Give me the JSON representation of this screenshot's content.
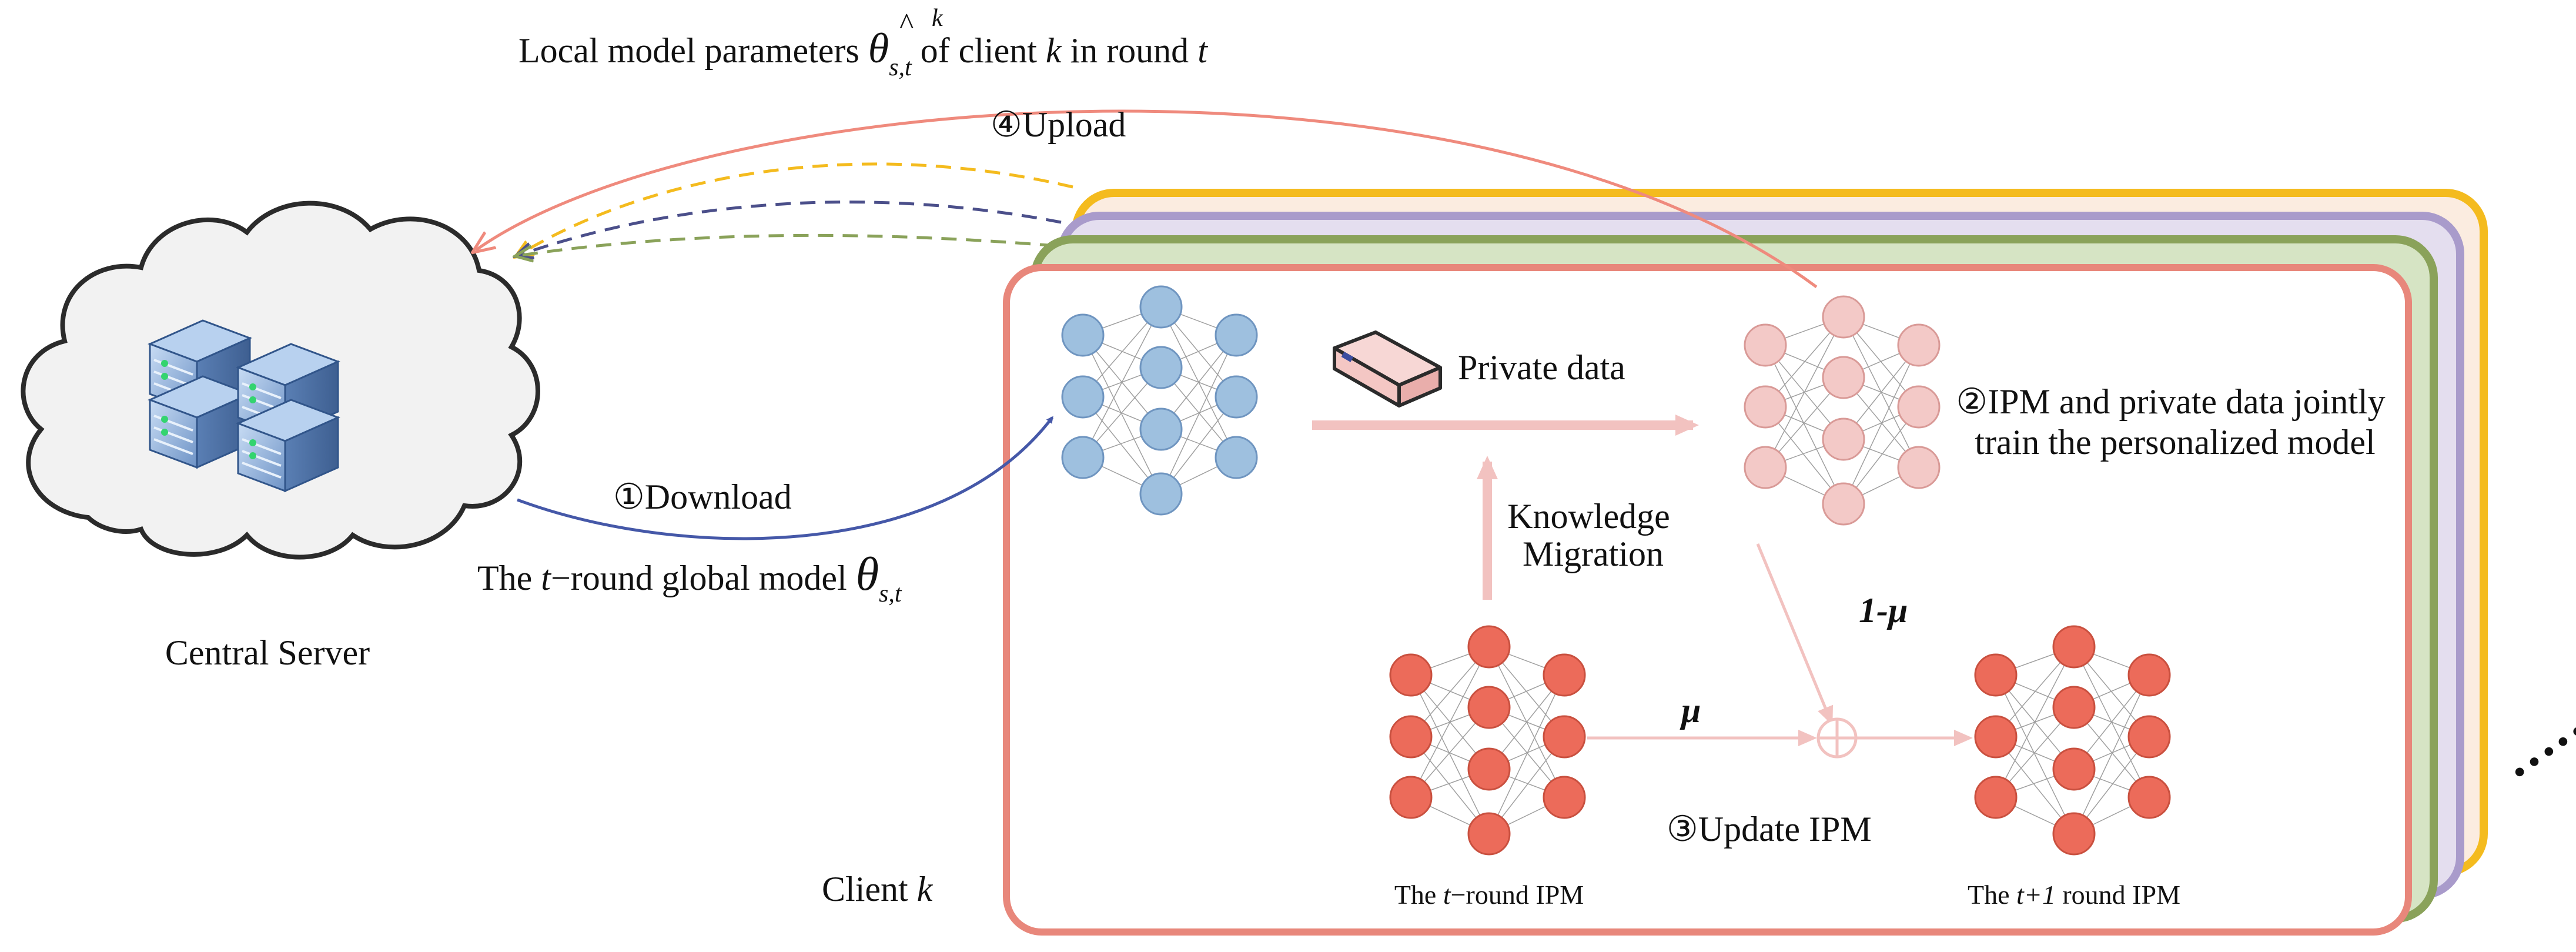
{
  "top_annotation": {
    "prefix": "Local model parameters ",
    "theta": "θ",
    "hat": "^",
    "sub": "s,t",
    "sup": "k",
    "mid": " of client ",
    "k": "k",
    "suffix": " in round ",
    "t": "t"
  },
  "upload_label": "④Upload",
  "download_label": "①Download",
  "global_model": {
    "prefix": "The ",
    "t": "t",
    "mid": "−round global model ",
    "theta": "θ",
    "sub": "s,t"
  },
  "server_label": "Central Server",
  "private_data_label": "Private data",
  "knowledge_migration": {
    "line1": "Knowledge",
    "line2": "Migration"
  },
  "train_label": {
    "line1": "②IPM and private data jointly",
    "line2": "train the personalized model"
  },
  "one_minus_mu": "1-μ",
  "mu": "μ",
  "update_label": "③Update IPM",
  "client_label": {
    "text": "Client ",
    "k": "k"
  },
  "ipm_t_label": {
    "prefix": "The ",
    "t": "t",
    "suffix": "−round IPM"
  },
  "ipm_t1_label": {
    "prefix": "The ",
    "t1": "t+1",
    "suffix": " round IPM"
  },
  "ellipsis": "……",
  "colors": {
    "client_border": "#e8877b",
    "layer_green": "#8aa25a",
    "layer_purple": "#a99bcb",
    "layer_orange": "#f4bb1e",
    "blue_node": "#9ec0df",
    "pink_node": "#f3c9c7",
    "red_node": "#ec6b5a",
    "download_arrow": "#4558a8",
    "upload_arrow": "#ef8a7d"
  }
}
